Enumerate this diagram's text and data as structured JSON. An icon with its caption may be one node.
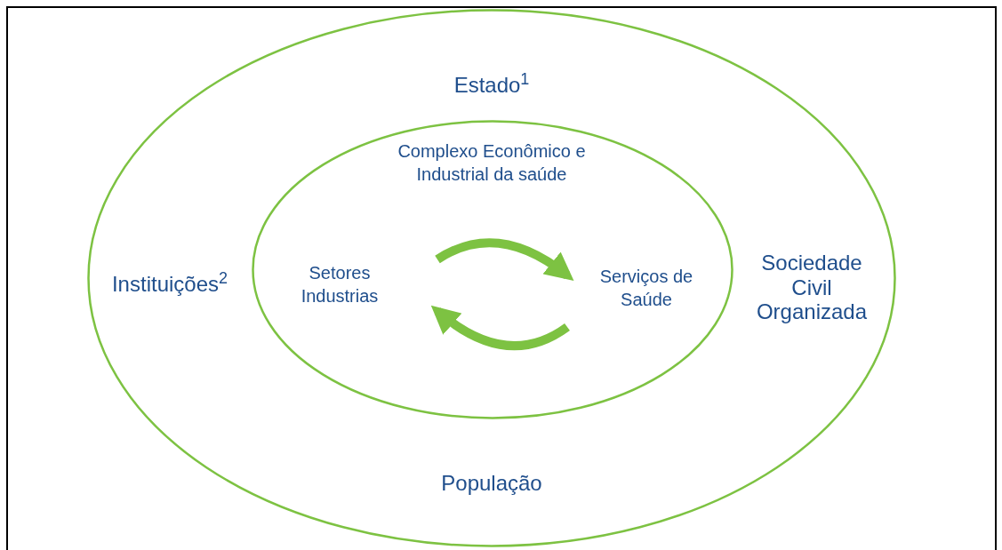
{
  "diagram": {
    "nodes": [
      {
        "text": [
          "Estado$^{1}$",
          "Instituições$^{2}$",
          "Sociedade Civil Organizada",
          "População"
        ]
      },
      {
        "text": [
          "Complexo Econômico e Industrial da saúde"
        ],
        "in": 0
      },
      {
        "text": [
          "Setores Industrias"
        ],
        "in": 1
      },
      {
        "text": [
          "Serviços de Saúde"
        ],
        "in": 1
      }
    ],
    "edges": [
      {
        "from": 2,
        "to": 3,
        "arrow": "to"
      },
      {
        "from": 3,
        "to": 2,
        "arrow": "to"
      }
    ]
  }
}
